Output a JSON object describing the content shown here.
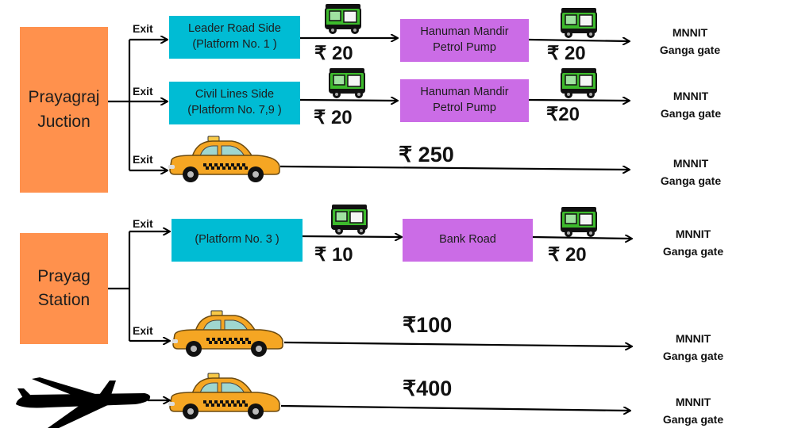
{
  "colors": {
    "station": "#ff914d",
    "platform": "#00bcd4",
    "waypoint": "#cb6ce6",
    "auto_green": "#3dbb2c",
    "taxi_yellow": "#f5a623",
    "line": "#000000"
  },
  "origins": {
    "junction": "Prayagraj\nJuction",
    "station": "Prayag\nStation",
    "airport_icon": "airplane-icon"
  },
  "exit_label": "Exit",
  "currency_symbol": "₹",
  "routes": [
    {
      "platform": "Leader Road Side\n(Platform No. 1 )",
      "waypoint": "Hanuman Mandir\nPetrol Pump",
      "fare1": "₹ 20",
      "fare2": "₹ 20",
      "dest": "MNNIT\nGanga gate"
    },
    {
      "platform": "Civil Lines Side\n(Platform No. 7,9 )",
      "waypoint": "Hanuman Mandir\nPetrol Pump",
      "fare1": "₹ 20",
      "fare2": "₹20",
      "dest": "MNNIT\nGanga gate"
    },
    {
      "fare": "₹ 250",
      "dest": "MNNIT\nGanga gate"
    },
    {
      "platform": "(Platform No. 3 )",
      "waypoint": "Bank Road",
      "fare1": "₹ 10",
      "fare2": "₹ 20",
      "dest": "MNNIT\nGanga gate"
    },
    {
      "fare": "₹100",
      "dest": "MNNIT\nGanga gate"
    },
    {
      "fare": "₹400",
      "dest": "MNNIT\nGanga gate"
    }
  ],
  "icons": {
    "auto": "auto-rickshaw-icon",
    "taxi": "taxi-icon"
  }
}
